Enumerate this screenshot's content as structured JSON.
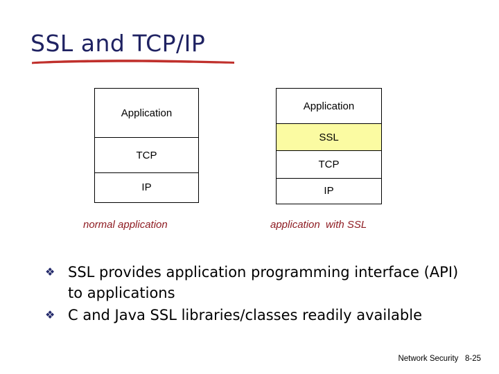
{
  "slide": {
    "title": "SSL and TCP/IP",
    "title_color": "#1f2262",
    "underline_color": "#c0302c",
    "background": "#ffffff"
  },
  "diagram": {
    "left_stack": {
      "caption": "normal application",
      "layers": [
        {
          "label": "Application",
          "highlight": false
        },
        {
          "label": "TCP",
          "highlight": false
        },
        {
          "label": "IP",
          "highlight": false
        }
      ]
    },
    "right_stack": {
      "caption": "application  with SSL",
      "layers": [
        {
          "label": "Application",
          "highlight": false
        },
        {
          "label": "SSL",
          "highlight": true
        },
        {
          "label": "TCP",
          "highlight": false
        },
        {
          "label": "IP",
          "highlight": false
        }
      ]
    },
    "caption_color": "#8e1c22",
    "highlight_color": "#fbfba2",
    "box_border_color": "#000000"
  },
  "bullets": {
    "marker_glyph": "❖",
    "marker_color": "#242a6b",
    "items": [
      "SSL provides application programming interface (API) to applications",
      "C and Java SSL libraries/classes readily available"
    ]
  },
  "footer": {
    "text": "Network Security   8-25"
  }
}
